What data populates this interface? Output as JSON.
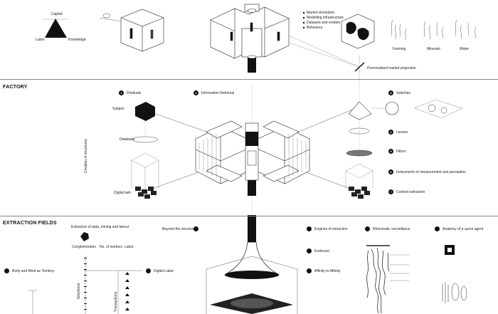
{
  "sections": {
    "factory": "FACTORY",
    "extraction_fields": "EXTRACTION FIELDS"
  },
  "top": {
    "personalised_projection": "Personalised market projection",
    "triangle_labels": [
      "Capital",
      "Labor",
      "Knowledge"
    ],
    "legend_items": [
      "Market simulation",
      "Modelling infrastructure",
      "Datasets and models",
      "Behaviour"
    ],
    "species_labels": [
      "Farming",
      "Minerals",
      "Water"
    ]
  },
  "factory": {
    "left_items": [
      {
        "n": "1",
        "label": "Dividuals"
      },
      {
        "n": "2",
        "label": "Information Retrieval"
      }
    ],
    "right_items": [
      {
        "n": "3",
        "label": "Switches"
      },
      {
        "n": "4",
        "label": "Lenses"
      },
      {
        "n": "5",
        "label": "Filters"
      },
      {
        "n": "6",
        "label": "Instruments of measurement and perception"
      },
      {
        "n": "7",
        "label": "Context extraction"
      }
    ],
    "vertical_label": "Creation of structures",
    "small_labels": [
      "Subject",
      "Database",
      "Digital twin"
    ]
  },
  "extraction": {
    "col1_title": "Extraction of data, mining and labour",
    "body_territory": "Body and Mind as Territory",
    "digital_labor": "Digital Labor",
    "beyond_structure": "Beyond the structure",
    "engines": "Engines of extraction",
    "endocast": "Endocast",
    "affinity": "Affinity to Affinity",
    "rhizomatic": "Rhizomatic surveillance",
    "anatomy": "Anatomy of a spore agent",
    "col_headers": [
      "Conglomerates",
      "No. of workers",
      "Labor"
    ],
    "axis_labels": [
      "Workforce",
      "Transactions"
    ]
  }
}
